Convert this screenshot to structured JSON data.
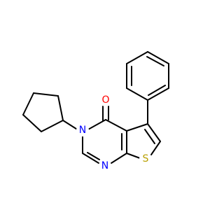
{
  "molecule": {
    "colors": {
      "bond": "#000000",
      "O": "#ff0000",
      "N": "#0000ff",
      "S": "#b8a000"
    },
    "atoms": {
      "o1": "O",
      "n3": "N",
      "n1": "N",
      "s1": "S"
    }
  }
}
